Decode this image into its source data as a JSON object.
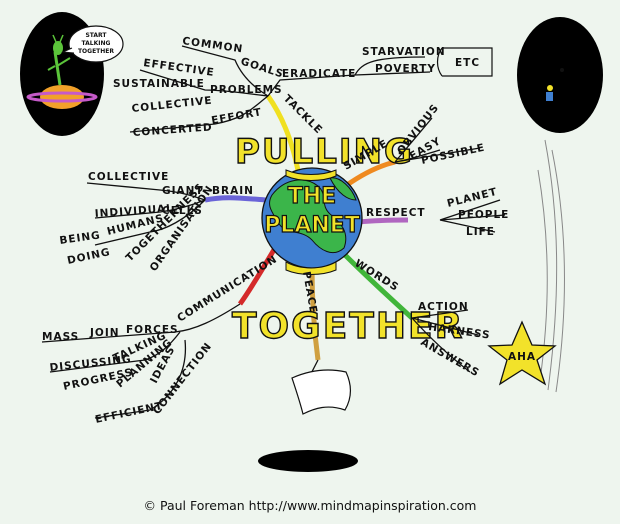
{
  "center": {
    "line1": "THE",
    "line2": "PLANET"
  },
  "title_top": "PULLING",
  "title_bottom": "TOGETHER",
  "bubble": {
    "line1": "START",
    "line2": "TALKING",
    "line3": "TOGETHER"
  },
  "star_label": "AHA",
  "copyright": "© Paul Foreman http://www.mindmapinspiration.com",
  "tackle": {
    "label": "TACKLE",
    "common_goals": [
      "COMMON",
      "GOALS"
    ],
    "eradicate": "ERADICATE",
    "starvation": "STARVATION",
    "poverty": "POVERTY",
    "etc": "ETC",
    "effective": "EFFECTIVE",
    "sustainable": "SUSTAINABLE",
    "problems": "PROBLEMS",
    "collective": "COLLECTIVE",
    "concerted": "CONCERTED",
    "effort": "EFFORT"
  },
  "brain": {
    "label": "BRAIN",
    "collective": "COLLECTIVE",
    "giant": "GIANT",
    "individual": "INDIVIDUAL",
    "cells": "CELLS",
    "being": "BEING",
    "humans": "HUMANS",
    "doing": "DOING",
    "togetherness": "TOGETHERNESS",
    "organisation": "ORGANISATION"
  },
  "simple": {
    "label": "SIMPLE",
    "obvious": "OBVIOUS",
    "easy": "EASY",
    "possible": "POSSIBLE"
  },
  "respect": {
    "label": "RESPECT",
    "planet": "PLANET",
    "people": "PEOPLE",
    "life": "LIFE"
  },
  "words": {
    "label": "WORDS",
    "action": "ACTION",
    "harness": "HARNESS",
    "answers": "ANSWERS"
  },
  "peace": "PEACE",
  "communication": {
    "label": "COMMUNICATION",
    "mass_join_forces": [
      "MASS",
      "JOIN",
      "FORCES"
    ],
    "discussing": "DISCUSSING",
    "talking": "TALKING",
    "progress": "PROGRESS",
    "planning": "PLANNING",
    "ideas": "IDEAS",
    "efficient": "EFFICIENT",
    "connection": "CONNECTION"
  },
  "colors": {
    "background": "#eef5ee",
    "title_yellow": "#f2e22a",
    "ocean": "#3f7fd0",
    "land": "#3bb54a",
    "tackle_branch": "#f0e020",
    "brain_branch": "#6a64d8",
    "communication_branch": "#d42a2a",
    "simple_branch": "#ef8a20",
    "respect_branch": "#b066c0",
    "words_branch": "#41b53a",
    "peace_branch": "#d0a040"
  }
}
